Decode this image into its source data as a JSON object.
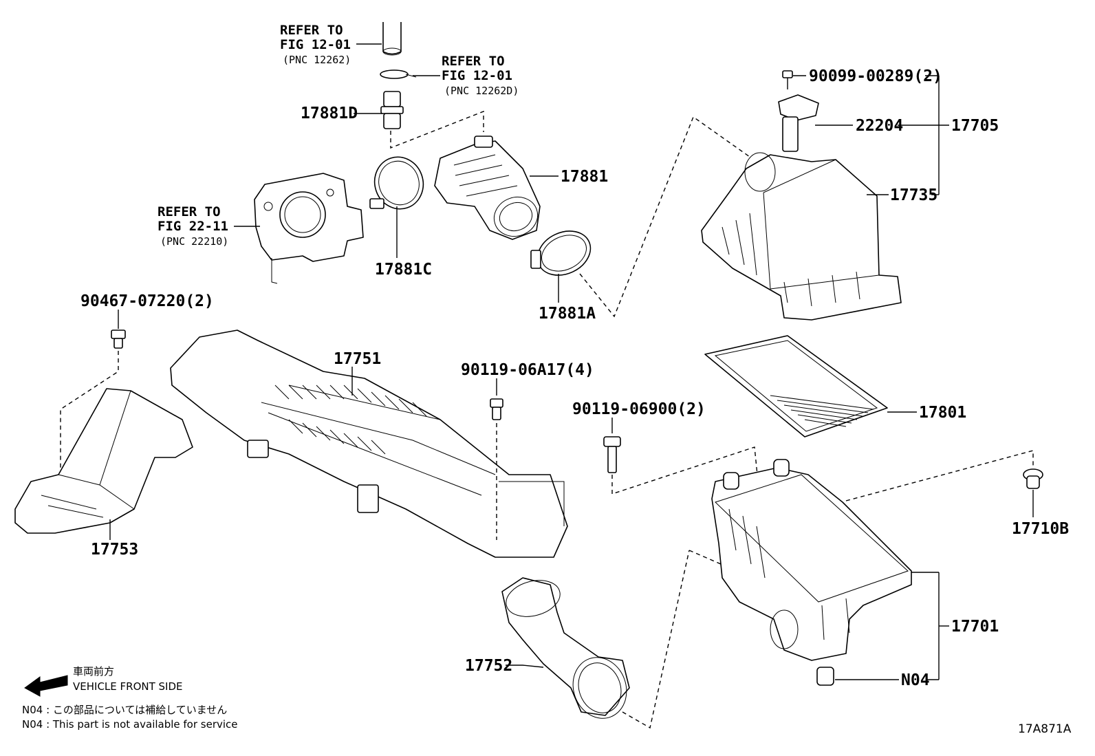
{
  "parts": {
    "p17881D": "17881D",
    "p17881": "17881",
    "p17881C": "17881C",
    "p17881A": "17881A",
    "p90099": "90099-00289(2)",
    "p22204": "22204",
    "p17705": "17705",
    "p17735": "17735",
    "p90467": "90467-07220(2)",
    "p17751": "17751",
    "p90119a": "90119-06A17(4)",
    "p90119b": "90119-06900(2)",
    "p17801": "17801",
    "p17753": "17753",
    "p17710B": "17710B",
    "p17701": "17701",
    "p17752": "17752",
    "pN04": "N04"
  },
  "refs": {
    "r1": {
      "l1": "REFER TO",
      "l2": "FIG 12-01",
      "l3": "(PNC 12262)"
    },
    "r2": {
      "l1": "REFER TO",
      "l2": "FIG 12-01",
      "l3": "(PNC 12262D)"
    },
    "r3": {
      "l1": "REFER TO",
      "l2": "FIG 22-11",
      "l3": "(PNC 22210)"
    }
  },
  "legend": {
    "front_jp": "車両前方",
    "front_en": "VEHICLE FRONT SIDE",
    "note_jp": "N04 : この部品については補給していません",
    "note_en": "N04 : This part is not available for service"
  },
  "figure_code": "17A871A"
}
